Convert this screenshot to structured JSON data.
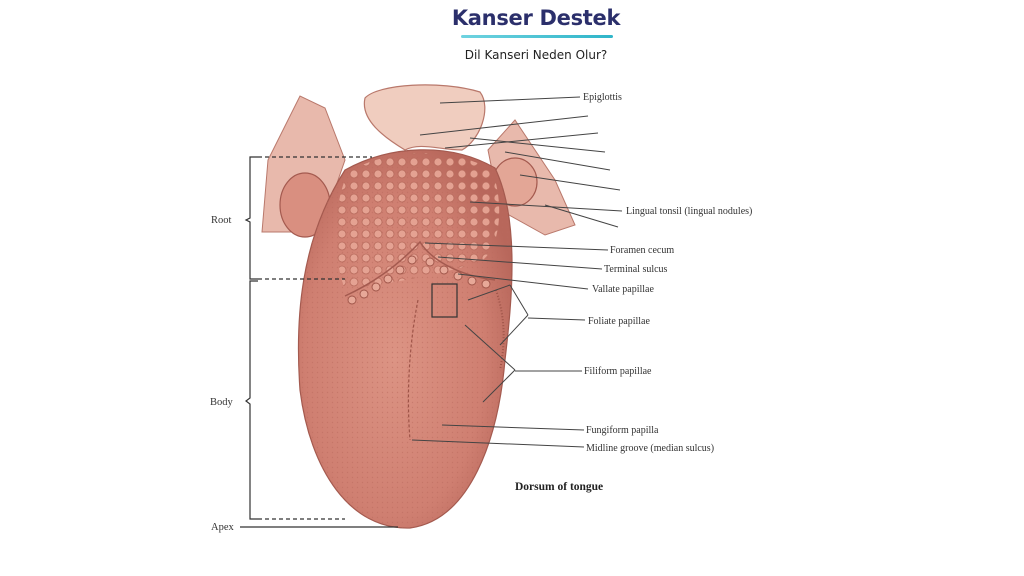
{
  "header": {
    "brand": "Kanser Destek",
    "subtitle": "Dil Kanseri Neden Olur?"
  },
  "diagram": {
    "labels": {
      "epiglottis": "Epiglottis",
      "lingual_tonsil": "Lingual tonsil (lingual nodules)",
      "foramen_cecum": "Foramen cecum",
      "terminal_sulcus": "Terminal sulcus",
      "vallate_papillae": "Vallate papillae",
      "foliate_papillae": "Foliate papillae",
      "filiform_papillae": "Filiform papillae",
      "fungiform_papilla": "Fungiform papilla",
      "midline_groove": "Midline groove (median sulcus)"
    },
    "regions": {
      "root": "Root",
      "body": "Body",
      "apex": "Apex"
    },
    "caption": "Dorsum of tongue"
  },
  "colors": {
    "brand": "#2b2f6b",
    "accent": "#2fb5c9",
    "tissue": "#d68878",
    "tissue_dark": "#b86a5e",
    "leader_line": "#444444"
  }
}
